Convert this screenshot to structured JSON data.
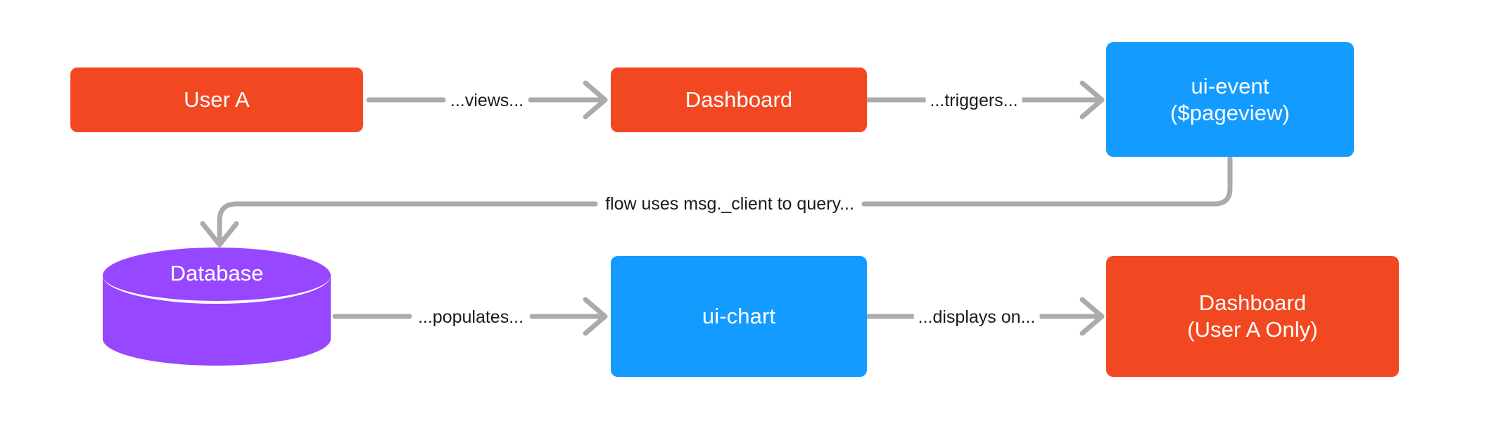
{
  "diagram": {
    "type": "flowchart",
    "background": "#ffffff",
    "palette": {
      "orange": "#F24822",
      "blue": "#149BFF",
      "purple": "#9747FF",
      "edge": "#ABABAB",
      "label_text": "#1a1a1a",
      "node_text": "#ffffff"
    },
    "nodes": [
      {
        "id": "user-a",
        "label": "User A",
        "sublabel": "",
        "shape": "rect",
        "color": "orange"
      },
      {
        "id": "dashboard-top",
        "label": "Dashboard",
        "sublabel": "",
        "shape": "rect",
        "color": "orange"
      },
      {
        "id": "ui-event",
        "label": "ui-event",
        "sublabel": "($pageview)",
        "shape": "rect",
        "color": "blue"
      },
      {
        "id": "database",
        "label": "Database",
        "sublabel": "",
        "shape": "cylinder",
        "color": "purple"
      },
      {
        "id": "ui-chart",
        "label": "ui-chart",
        "sublabel": "",
        "shape": "rect",
        "color": "blue"
      },
      {
        "id": "dashboard-bottom",
        "label": "Dashboard",
        "sublabel": "(User A Only)",
        "shape": "rect",
        "color": "orange"
      }
    ],
    "edges": [
      {
        "id": "e1",
        "from": "user-a",
        "to": "dashboard-top",
        "label": "...views..."
      },
      {
        "id": "e2",
        "from": "dashboard-top",
        "to": "ui-event",
        "label": "...triggers..."
      },
      {
        "id": "e3",
        "from": "ui-event",
        "to": "database",
        "label": "flow uses msg._client to query..."
      },
      {
        "id": "e4",
        "from": "database",
        "to": "ui-chart",
        "label": "...populates..."
      },
      {
        "id": "e5",
        "from": "ui-chart",
        "to": "dashboard-bottom",
        "label": "...displays on..."
      }
    ]
  }
}
